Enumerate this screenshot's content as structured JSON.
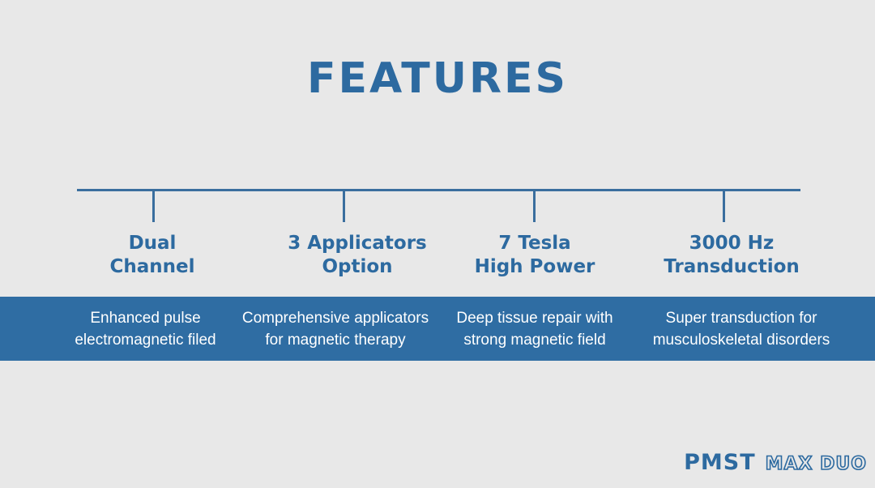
{
  "title": "FEATURES",
  "colors": {
    "background": "#e8e8e8",
    "accent": "#2d6aa0",
    "band": "#2f6da3"
  },
  "features": [
    {
      "title": "Dual\nChannel",
      "description": "Enhanced pulse\nelectromagnetic filed"
    },
    {
      "title": "3 Applicators\nOption",
      "description": "Comprehensive applicators\nfor magnetic therapy"
    },
    {
      "title": "7 Tesla\nHigh Power",
      "description": "Deep tissue repair with\nstrong magnetic field"
    },
    {
      "title": "3000 Hz\nTransduction",
      "description": "Super transduction for\nmusculoskeletal disorders"
    }
  ],
  "logo": {
    "main": "PMST",
    "sub": "MAX DUO"
  }
}
